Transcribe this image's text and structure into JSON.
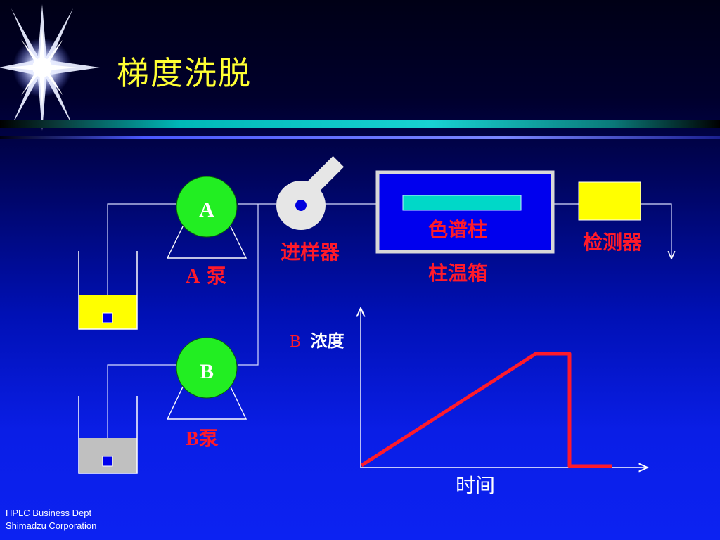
{
  "slide": {
    "title": "梯度洗脱",
    "footer_line1": "HPLC Business Dept",
    "footer_line2": "Shimadzu Corporation"
  },
  "diagram": {
    "pump_a_letter": "A",
    "pump_b_letter": "B",
    "pump_a_label_letter": "A",
    "pump_a_label_text": " 泵",
    "pump_b_label_letter": "B",
    "pump_b_label_text": "泵",
    "injector_label": "进样器",
    "column_label": "色谱柱",
    "oven_label": "柱温箱",
    "detector_label": "检测器"
  },
  "gradient_plot": {
    "y_label_letter": "B",
    "y_label_text": "浓度",
    "x_label": "时间"
  },
  "colors": {
    "title": "#ffff33",
    "pump": "#22ee22",
    "label_red": "#ff1a2a",
    "column": "#00d8c8",
    "detector": "#ffff00",
    "solvent_a": "#ffff00",
    "solvent_b": "#c0c0c0",
    "gradient_line": "#ff1a2a",
    "divider_teal": "#00c8c8"
  },
  "icons": [
    "starburst-icon",
    "injector-valve-icon"
  ]
}
